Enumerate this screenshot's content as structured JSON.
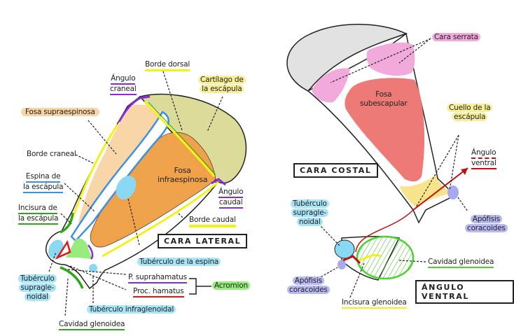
{
  "title": "Escápula: cara lateral, cara costal y ángulo ventral",
  "colors": {
    "supraspinous": "#f8d6a8",
    "infraspinous": "#f0a24a",
    "cartilage": "#dcdc9a",
    "spine_tubercle": "#8ad8f4",
    "spine_border": "#3d8fe0",
    "border_yellow": "#f5f018",
    "border_green": "#2aa81a",
    "angle_purple": "#8a2bd6",
    "hamatus_red": "#e01818",
    "acromion_green": "#98ec7e",
    "subscapular": "#ee7a78",
    "serrata": "#f2a9dc",
    "neck": "#f8e48a",
    "coracoid": "#a9a9f1",
    "glenoid": "#4ad22a",
    "arrow": "#c01010",
    "grey_cartilage": "#e2e2e2"
  },
  "lateral": {
    "box_label": "CARA LATERAL",
    "labels": {
      "borde_dorsal": "Borde dorsal",
      "angulo_craneal_1": "Ángulo",
      "angulo_craneal_2": "craneal",
      "cartilago_1": "Cartílago de",
      "cartilago_2": "la escápula",
      "fosa_supra": "Fosa supraespinosa",
      "borde_craneal": "Borde craneal",
      "fosa_infra_1": "Fosa",
      "fosa_infra_2": "infraespinosa",
      "espina_1": "Espina de",
      "espina_2": "la escápula",
      "angulo_caudal_1": "Ángulo",
      "angulo_caudal_2": "caudal",
      "incisura_1": "Incisura de",
      "incisura_2": "la escápula",
      "borde_caudal": "Borde caudal",
      "tub_espina": "Tubérculo de la espina",
      "tub_supra_1": "Tubérculo",
      "tub_supra_2": "supragle-",
      "tub_supra_3": "noidal",
      "p_suprahamatus": "P. suprahamatus",
      "proc_hamatus": "Proc. hamatus",
      "acromion": "Acromion",
      "tub_infra": "Tubérculo infraglenoidal",
      "cavidad": "Cavidad glenoidea"
    }
  },
  "costal": {
    "box_label": "CARA COSTAL",
    "labels": {
      "cara_serrata": "Cara serrata",
      "fosa_sub_1": "Fosa",
      "fosa_sub_2": "subescapular",
      "cuello_1": "Cuello de la",
      "cuello_2": "escápula",
      "angulo_ventral_1": "Ángulo",
      "angulo_ventral_2": "ventral",
      "apofisis_1": "Apófisis",
      "apofisis_2": "coracoides"
    }
  },
  "ventral": {
    "box_label": "ÁNGULO VENTRAL",
    "labels": {
      "tub_supra_1": "Tubérculo",
      "tub_supra_2": "supragle-",
      "tub_supra_3": "noidal",
      "apofisis_1": "Apófisis",
      "apofisis_2": "coracoides",
      "cavidad": "Cavidad glenoidea",
      "incisura": "Incisura glenoidea"
    }
  }
}
